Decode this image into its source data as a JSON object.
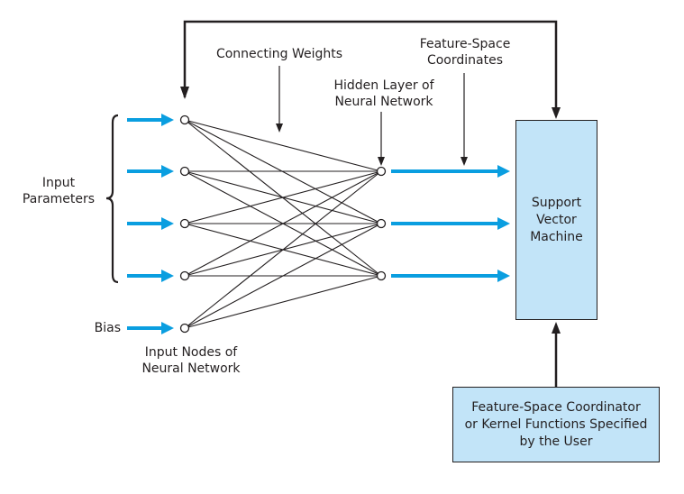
{
  "colors": {
    "signal_arrow": "#0a9ee0",
    "line": "#231f20",
    "box_fill": "#c2e4f8",
    "background": "#ffffff"
  },
  "labels": {
    "connecting_weights": "Connecting Weights",
    "feature_space_coordinates": [
      "Feature-Space",
      "Coordinates"
    ],
    "hidden_layer": [
      "Hidden Layer of",
      "Neural Network"
    ],
    "input_parameters": [
      "Input",
      "Parameters"
    ],
    "bias": "Bias",
    "input_nodes": [
      "Input Nodes of",
      "Neural Network"
    ]
  },
  "svm_box": {
    "lines": [
      "Support",
      "Vector",
      "Machine"
    ]
  },
  "kernel_box": {
    "lines": [
      "Feature-Space Coordinator",
      "or Kernel Functions Specified",
      "by the User"
    ]
  },
  "network": {
    "input_nodes": [
      {
        "id": "in1",
        "role": "input-parameter"
      },
      {
        "id": "in2",
        "role": "input-parameter"
      },
      {
        "id": "in3",
        "role": "input-parameter"
      },
      {
        "id": "in4",
        "role": "input-parameter"
      },
      {
        "id": "bias",
        "role": "bias"
      }
    ],
    "hidden_nodes": [
      {
        "id": "h1"
      },
      {
        "id": "h2"
      },
      {
        "id": "h3"
      }
    ],
    "connections": "fully-connected input-to-hidden",
    "outputs_to": "Support Vector Machine",
    "feedback": "Support Vector Machine to input layer"
  }
}
